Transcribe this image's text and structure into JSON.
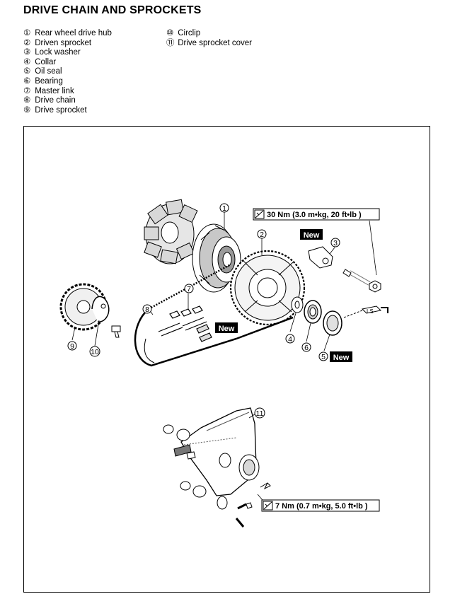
{
  "title": "DRIVE CHAIN AND SPROCKETS",
  "legend": {
    "col1": [
      {
        "num": "①",
        "label": "Rear wheel drive hub"
      },
      {
        "num": "②",
        "label": "Driven sprocket"
      },
      {
        "num": "③",
        "label": "Lock washer"
      },
      {
        "num": "④",
        "label": "Collar"
      },
      {
        "num": "⑤",
        "label": "Oil seal"
      },
      {
        "num": "⑥",
        "label": "Bearing"
      },
      {
        "num": "⑦",
        "label": "Master link"
      },
      {
        "num": "⑧",
        "label": "Drive chain"
      },
      {
        "num": "⑨",
        "label": "Drive sprocket"
      }
    ],
    "col2": [
      {
        "num": "⑩",
        "label": "Circlip"
      },
      {
        "num": "⑪",
        "label": "Drive sprocket cover"
      }
    ]
  },
  "figure": {
    "callouts": [
      "1",
      "2",
      "3",
      "4",
      "5",
      "6",
      "7",
      "8",
      "9",
      "10",
      "11"
    ],
    "torque_upper": "30 Nm (3.0 m•kg, 20 ft•lb )",
    "torque_lower": "7 Nm (0.7 m•kg, 5.0 ft•lb )",
    "new_label": "New",
    "grease_label": "LS"
  }
}
